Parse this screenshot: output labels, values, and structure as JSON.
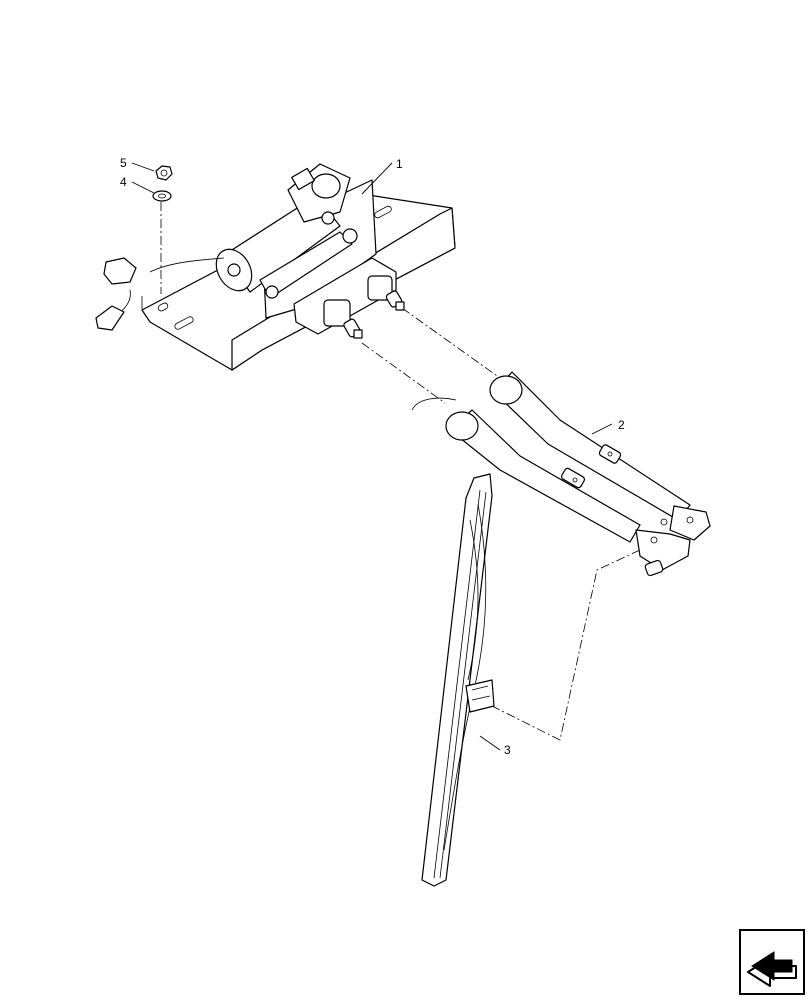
{
  "callouts": [
    {
      "id": "1",
      "label": "1"
    },
    {
      "id": "2",
      "label": "2"
    },
    {
      "id": "3",
      "label": "3"
    },
    {
      "id": "4",
      "label": "4"
    },
    {
      "id": "5",
      "label": "5"
    }
  ],
  "nav": {
    "icon": "next-page-arrow-icon"
  }
}
